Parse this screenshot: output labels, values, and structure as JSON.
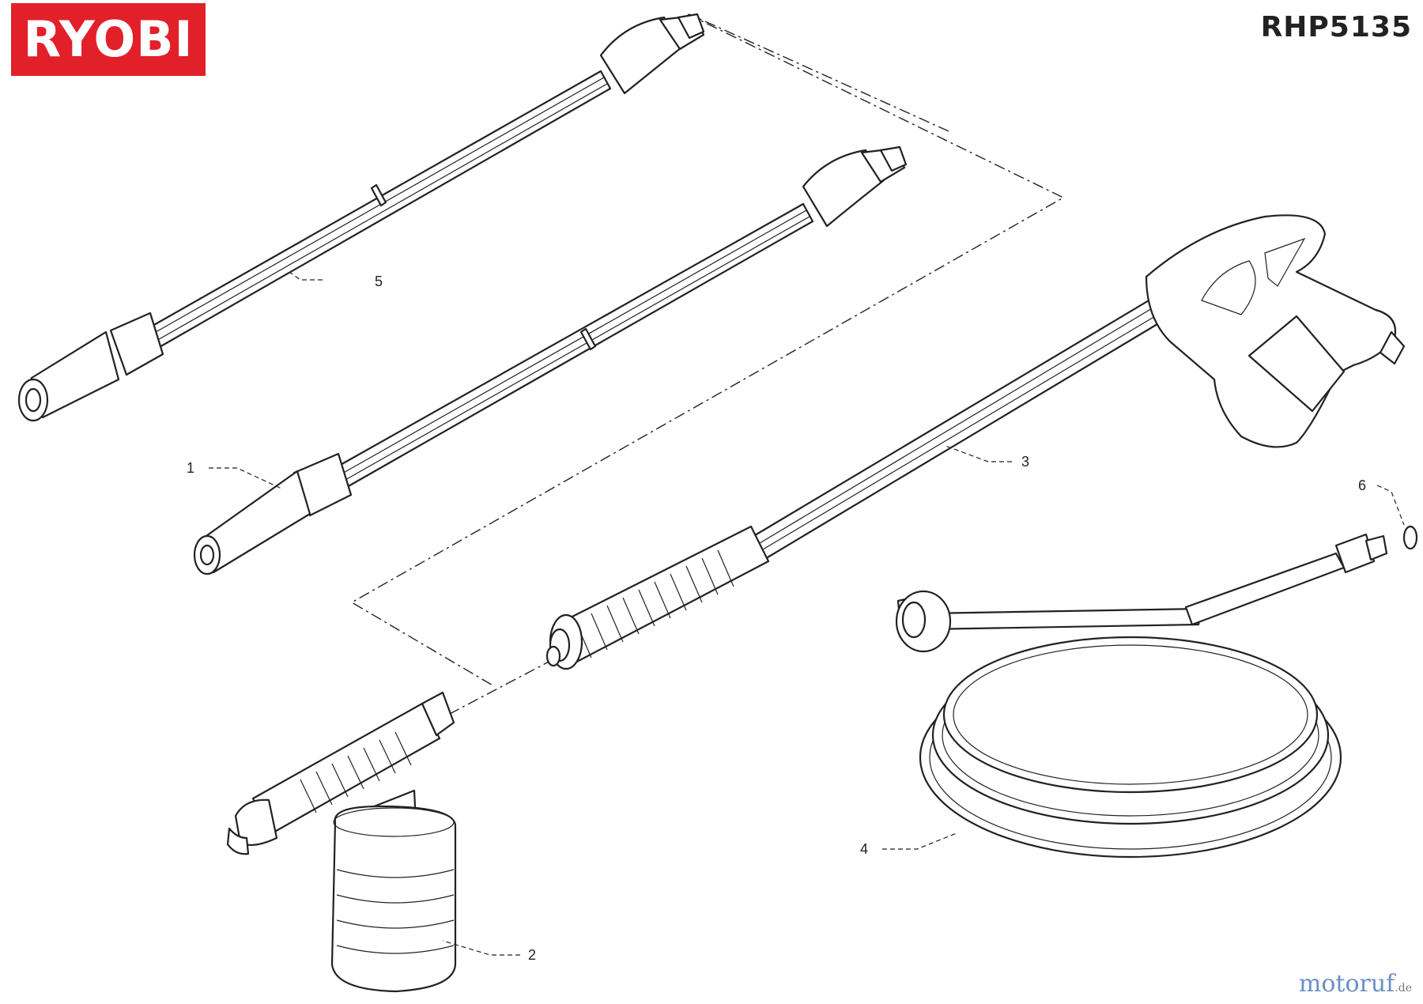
{
  "brand": {
    "logo_text": "RYOBI",
    "color": "#e2202a"
  },
  "model": "RHP5135",
  "watermark": {
    "name": "motoruf",
    "tld": ".de"
  },
  "callouts": [
    {
      "number": "1",
      "part": "turbo-nozzle"
    },
    {
      "number": "2",
      "part": "foam-bottle"
    },
    {
      "number": "3",
      "part": "spray-gun-lance"
    },
    {
      "number": "4",
      "part": "high-pressure-hose"
    },
    {
      "number": "5",
      "part": "lance-with-nozzle"
    },
    {
      "number": "6",
      "part": "o-ring"
    }
  ]
}
